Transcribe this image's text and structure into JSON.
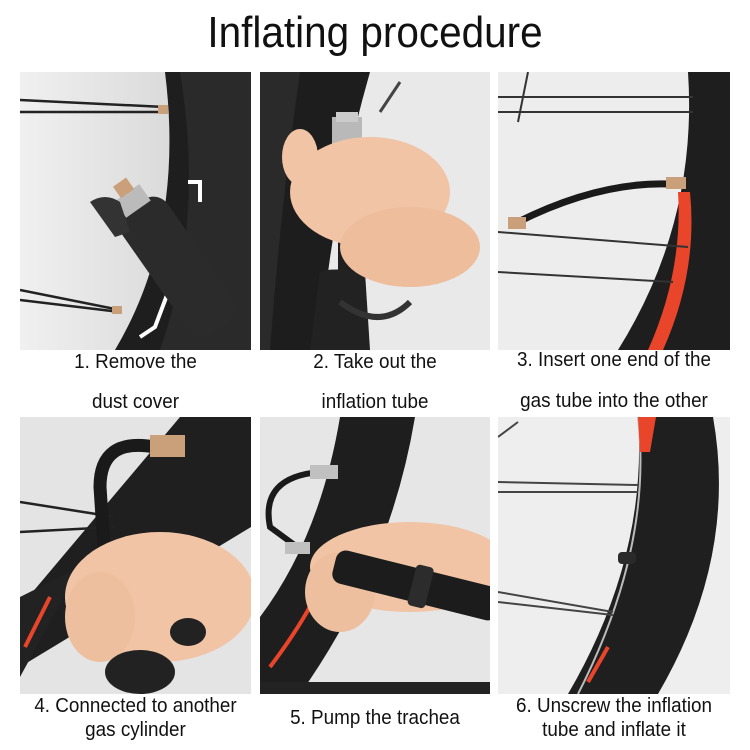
{
  "title": "Inflating procedure",
  "steps": [
    {
      "number": "1.",
      "line1": "1. Remove the",
      "line2": "dust cover",
      "image": "photo-remove-dust-cover"
    },
    {
      "number": "2.",
      "line1": "2. Take out the",
      "line2": "inflation tube",
      "image": "photo-take-out-inflation-tube"
    },
    {
      "number": "3.",
      "line1": "3. Insert one end of the",
      "line2": "gas tube into the other",
      "image": "photo-insert-gas-tube"
    },
    {
      "number": "4.",
      "line1": "4. Connected to another",
      "line2": "gas cylinder",
      "image": "photo-connect-gas-cylinder"
    },
    {
      "number": "5.",
      "line1": "5. Pump the trachea",
      "line2": "",
      "image": "photo-pump"
    },
    {
      "number": "6.",
      "line1": "6. Unscrew the inflation",
      "line2": "tube and inflate it",
      "image": "photo-unscrew-and-inflate"
    }
  ],
  "colors": {
    "rim": "#1c1c1c",
    "accent_red": "#e8452a",
    "skin": "#f2c6a8",
    "background": "#e6e6e6",
    "brass": "#c9a07a"
  }
}
